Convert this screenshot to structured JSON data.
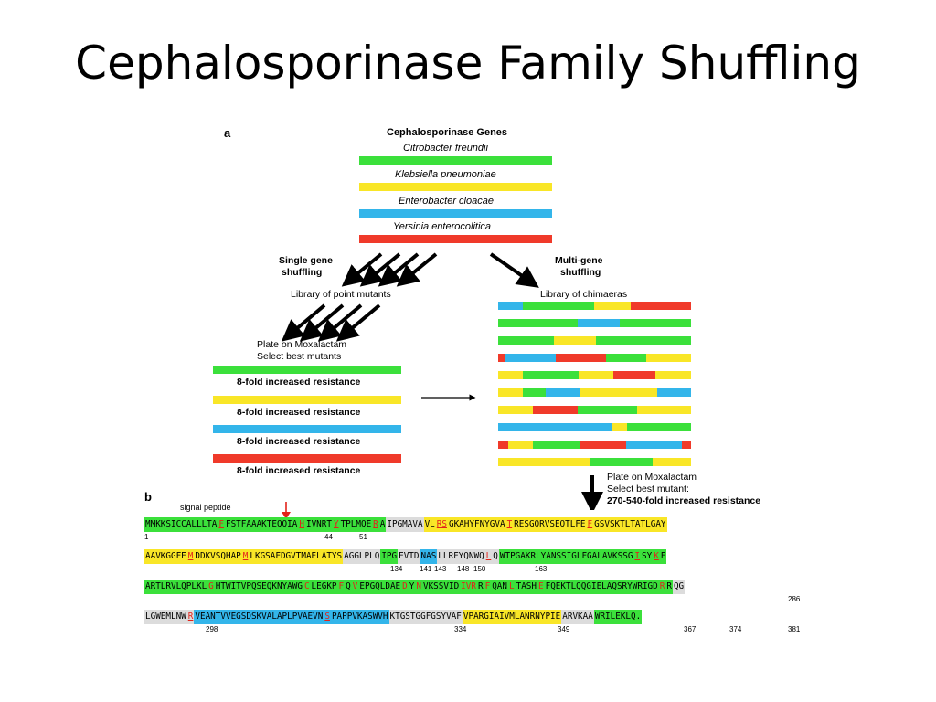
{
  "slide": {
    "title": "Cephalosporinase Family Shuffling"
  },
  "colors": {
    "green": "#3be03b",
    "yellow": "#f9e627",
    "blue": "#33b5ea",
    "red": "#f03a2a",
    "mutation": "#e2231a",
    "grey": "#dcdcdc"
  },
  "panel_a": {
    "label": "a",
    "genes_title": "Cephalosporinase Genes",
    "genes": [
      {
        "name": "Citrobacter freundii",
        "color": "green"
      },
      {
        "name": "Klebsiella pneumoniae",
        "color": "yellow"
      },
      {
        "name": "Enterobacter cloacae",
        "color": "blue"
      },
      {
        "name": "Yersinia enterocolitica",
        "color": "red"
      }
    ],
    "single": {
      "heading_line1": "Single gene",
      "heading_line2": "shuffling",
      "library": "Library of point mutants",
      "plate_line1": "Plate on Moxalactam",
      "plate_line2": "Select best mutants",
      "results": [
        {
          "label": "8-fold increased resistance",
          "color": "green"
        },
        {
          "label": "8-fold increased resistance",
          "color": "yellow"
        },
        {
          "label": "8-fold increased resistance",
          "color": "blue"
        },
        {
          "label": "8-fold increased resistance",
          "color": "red"
        }
      ]
    },
    "multi": {
      "heading_line1": "Multi-gene",
      "heading_line2": "shuffling",
      "library": "Library of chimaeras",
      "plate_line1": "Plate on Moxalactam",
      "plate_line2": "Select best mutant:",
      "result": "270-540-fold increased resistance",
      "chimaeras": [
        [
          [
            "blue",
            0.13
          ],
          [
            "green",
            0.37
          ],
          [
            "yellow",
            0.19
          ],
          [
            "red",
            0.31
          ]
        ],
        [
          [
            "green",
            0.41
          ],
          [
            "blue",
            0.22
          ],
          [
            "green",
            0.37
          ]
        ],
        [
          [
            "green",
            0.29
          ],
          [
            "yellow",
            0.22
          ],
          [
            "green",
            0.49
          ]
        ],
        [
          [
            "red",
            0.04
          ],
          [
            "blue",
            0.26
          ],
          [
            "red",
            0.26
          ],
          [
            "green",
            0.21
          ],
          [
            "yellow",
            0.23
          ]
        ],
        [
          [
            "yellow",
            0.13
          ],
          [
            "green",
            0.29
          ],
          [
            "yellow",
            0.18
          ],
          [
            "red",
            0.22
          ],
          [
            "yellow",
            0.18
          ]
        ],
        [
          [
            "yellow",
            0.13
          ],
          [
            "green",
            0.12
          ],
          [
            "blue",
            0.18
          ],
          [
            "yellow",
            0.4
          ],
          [
            "blue",
            0.17
          ]
        ],
        [
          [
            "yellow",
            0.18
          ],
          [
            "red",
            0.23
          ],
          [
            "green",
            0.31
          ],
          [
            "yellow",
            0.28
          ]
        ],
        [
          [
            "blue",
            0.59
          ],
          [
            "yellow",
            0.08
          ],
          [
            "green",
            0.33
          ]
        ],
        [
          [
            "red",
            0.05
          ],
          [
            "yellow",
            0.13
          ],
          [
            "green",
            0.24
          ],
          [
            "red",
            0.24
          ],
          [
            "blue",
            0.29
          ],
          [
            "red",
            0.05
          ]
        ],
        [
          [
            "yellow",
            0.48
          ],
          [
            "green",
            0.32
          ],
          [
            "yellow",
            0.2
          ]
        ]
      ]
    }
  },
  "panel_b": {
    "label": "b",
    "signal_peptide": "signal peptide",
    "rows": [
      {
        "segments": [
          [
            "green",
            "MMKKSICCALLLTA"
          ],
          [
            "mut",
            "F"
          ],
          [
            "green",
            "FSTFAAAKTEQQIA"
          ],
          [
            "mut",
            "H"
          ],
          [
            "green",
            "IVNRT"
          ],
          [
            "mut",
            "Y"
          ],
          [
            "green",
            "TPLMQE"
          ],
          [
            "mut",
            "R"
          ],
          [
            "green",
            "A"
          ],
          [
            "grey",
            "IPGMAVA"
          ],
          [
            "yellow",
            "VL"
          ],
          [
            "mut",
            "RS"
          ],
          [
            "yellow",
            "GKAHYFNYGVA"
          ],
          [
            "mut",
            "T"
          ],
          [
            "yellow",
            "RESGQRVSEQTLFE"
          ],
          [
            "mut",
            "F"
          ],
          [
            "yellow",
            "GSVSKTLTATLGAY"
          ]
        ],
        "numbers": [
          "1",
          "44",
          "51"
        ]
      },
      {
        "segments": [
          [
            "yellow",
            "AAVKGGFE"
          ],
          [
            "mut",
            "M"
          ],
          [
            "yellow",
            "DDKVSQHAP"
          ],
          [
            "mut",
            "M"
          ],
          [
            "yellow",
            "LKGSAFDGVTMAELATYS"
          ],
          [
            "grey",
            "AGGLPLQ"
          ],
          [
            "green",
            "IPG"
          ],
          [
            "grey",
            "EVTD"
          ],
          [
            "blue",
            "NAS"
          ],
          [
            "grey",
            "LLRFYQNWQ"
          ],
          [
            "mut",
            "L"
          ],
          [
            "grey",
            "Q"
          ],
          [
            "green",
            "WTPGAKRLYANSSIGLFGALAVKSSG"
          ],
          [
            "mut",
            "I"
          ],
          [
            "green",
            "SY"
          ],
          [
            "mut",
            "K"
          ],
          [
            "green",
            "E"
          ]
        ],
        "numbers": [
          "134",
          "141",
          "143",
          "148",
          "150",
          "163"
        ]
      },
      {
        "segments": [
          [
            "green",
            "ARTLRVLQPLKL"
          ],
          [
            "mut",
            "G"
          ],
          [
            "green",
            "HTWITVPQSEQKNYAWG"
          ],
          [
            "mut",
            "C"
          ],
          [
            "green",
            "LEGKP"
          ],
          [
            "mut",
            "F"
          ],
          [
            "green",
            "Q"
          ],
          [
            "mut",
            "V"
          ],
          [
            "green",
            "EPGQLDAE"
          ],
          [
            "mut",
            "D"
          ],
          [
            "green",
            "Y"
          ],
          [
            "mut",
            "N"
          ],
          [
            "green",
            "VKSSVID"
          ],
          [
            "mut",
            "IVR"
          ],
          [
            "green",
            "R"
          ],
          [
            "mut",
            "F"
          ],
          [
            "green",
            "QAN"
          ],
          [
            "mut",
            "L"
          ],
          [
            "green",
            "TASH"
          ],
          [
            "mut",
            "E"
          ],
          [
            "green",
            "FQEKTLQQGIELAQSRYWRIGD"
          ],
          [
            "mut",
            "R"
          ],
          [
            "green",
            "R"
          ],
          [
            "grey",
            "QG"
          ]
        ],
        "numbers": [
          "286"
        ]
      },
      {
        "segments": [
          [
            "grey",
            "LGWEMLNW"
          ],
          [
            "mut",
            "R"
          ],
          [
            "blue",
            "VEANTVVEGSDSKVALAPLPVAEVN"
          ],
          [
            "mut",
            "S"
          ],
          [
            "blue",
            "PAPPVKASWVH"
          ],
          [
            "grey",
            "KTGSTGGFGSYVAF"
          ],
          [
            "yellow",
            "VPARGIAIVMLANRNYPIE"
          ],
          [
            "grey",
            "ARVKAA"
          ],
          [
            "green",
            "WRILEKLQ."
          ]
        ],
        "numbers": [
          "298",
          "334",
          "349",
          "367",
          "374",
          "381"
        ]
      }
    ]
  }
}
